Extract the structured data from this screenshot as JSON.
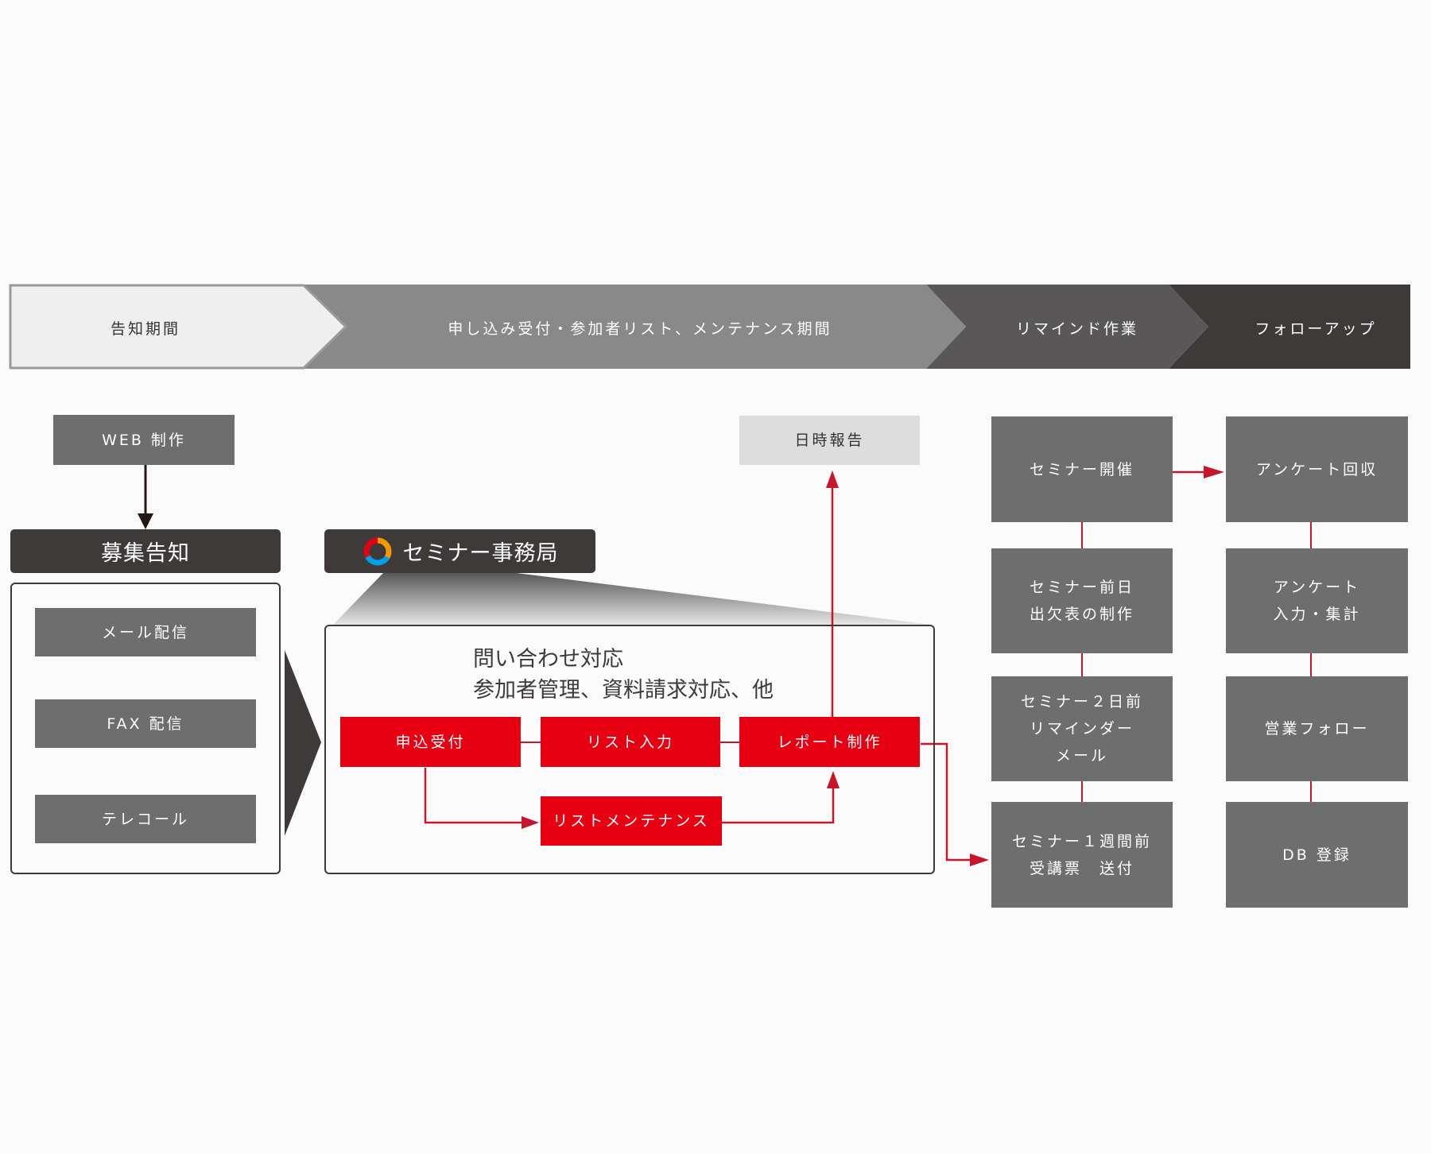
{
  "phases": [
    {
      "label": "告知期間"
    },
    {
      "label": "申し込み受付・参加者リスト、メンテナンス期間"
    },
    {
      "label": "リマインド作業"
    },
    {
      "label": "フォローアップ"
    }
  ],
  "recruit": {
    "web_box": "WEB 制作",
    "header": "募集告知",
    "items": [
      "メール配信",
      "FAX 配信",
      "テレコール"
    ]
  },
  "secretariat": {
    "header": "セミナー事務局",
    "desc_line1": "問い合わせ対応",
    "desc_line2": "参加者管理、資料請求対応、他",
    "report_top": "日時報告",
    "red_boxes": [
      "申込受付",
      "リスト入力",
      "レポート制作",
      "リストメンテナンス"
    ]
  },
  "remind": {
    "boxes": [
      "セミナー開催",
      "セミナー前日\n出欠表の制作",
      "セミナー２日前\nリマインダー\nメール",
      "セミナー１週間前\n受講票　送付"
    ]
  },
  "followup": {
    "boxes": [
      "アンケート回収",
      "アンケート\n入力・集計",
      "営業フォロー",
      "DB 登録"
    ]
  },
  "colors": {
    "accent_red": "#e60012",
    "arrow_red": "#c7162b",
    "box_gray": "#6e6e6e",
    "dark": "#3e3a39"
  },
  "icons": {
    "secretariat_logo": "ring-logo-icon"
  }
}
